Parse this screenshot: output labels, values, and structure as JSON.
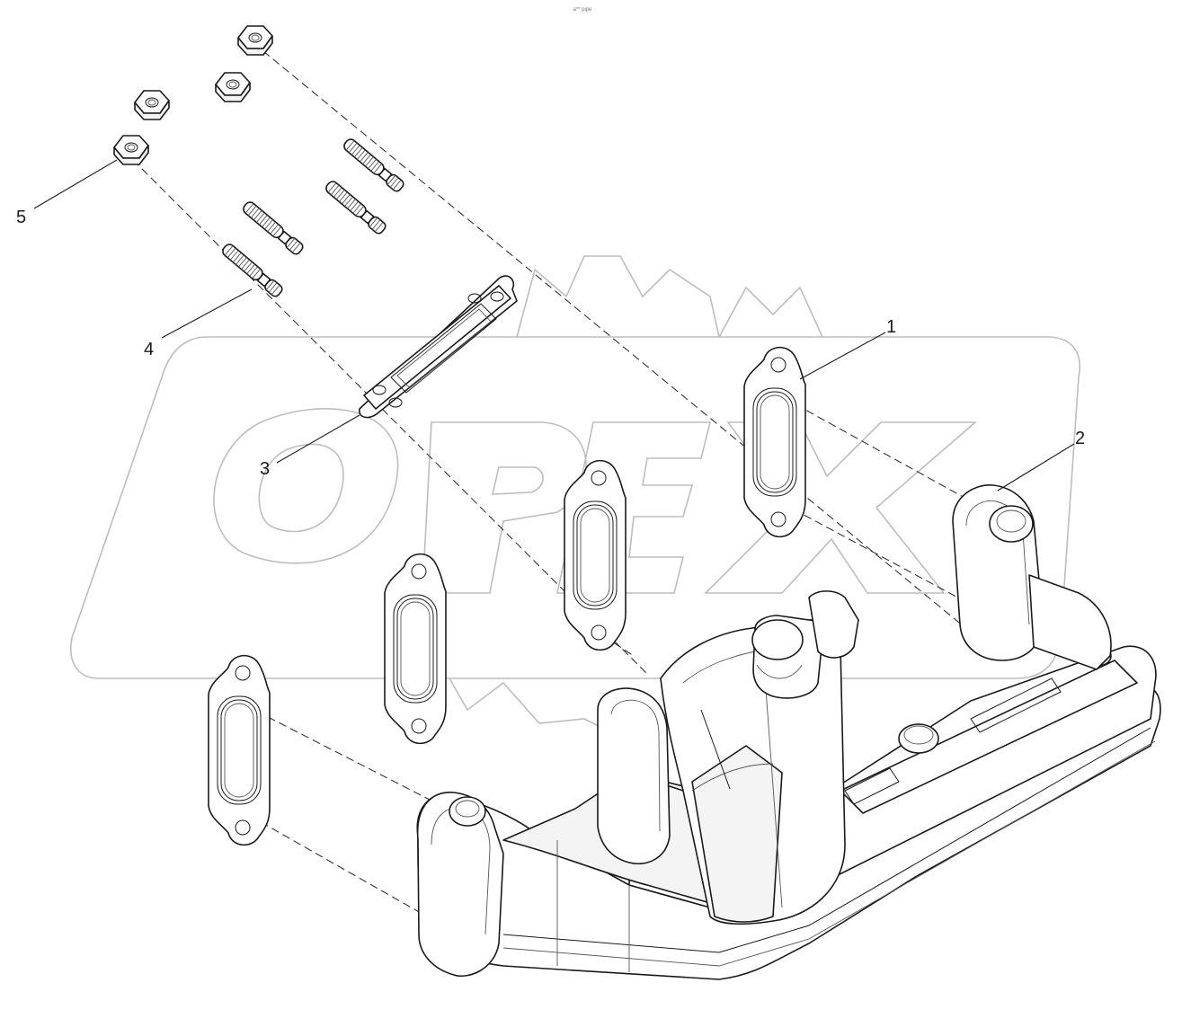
{
  "header": {
    "code": "a** pipe"
  },
  "watermark": {
    "brand": "OPEX",
    "color": "#bdbdbd"
  },
  "callouts": [
    {
      "id": "1",
      "label": "1"
    },
    {
      "id": "2",
      "label": "2"
    },
    {
      "id": "3",
      "label": "3"
    },
    {
      "id": "4",
      "label": "4"
    },
    {
      "id": "5",
      "label": "5"
    }
  ],
  "parts": [
    {
      "callout": "1",
      "icon": "manifold-gasket-icon",
      "count": 4
    },
    {
      "callout": "2",
      "icon": "exhaust-manifold-icon",
      "count": 1
    },
    {
      "callout": "3",
      "icon": "flange-gasket-icon",
      "count": 1
    },
    {
      "callout": "4",
      "icon": "stud-bolt-icon",
      "count": 4
    },
    {
      "callout": "5",
      "icon": "hex-nut-icon",
      "count": 4
    }
  ]
}
